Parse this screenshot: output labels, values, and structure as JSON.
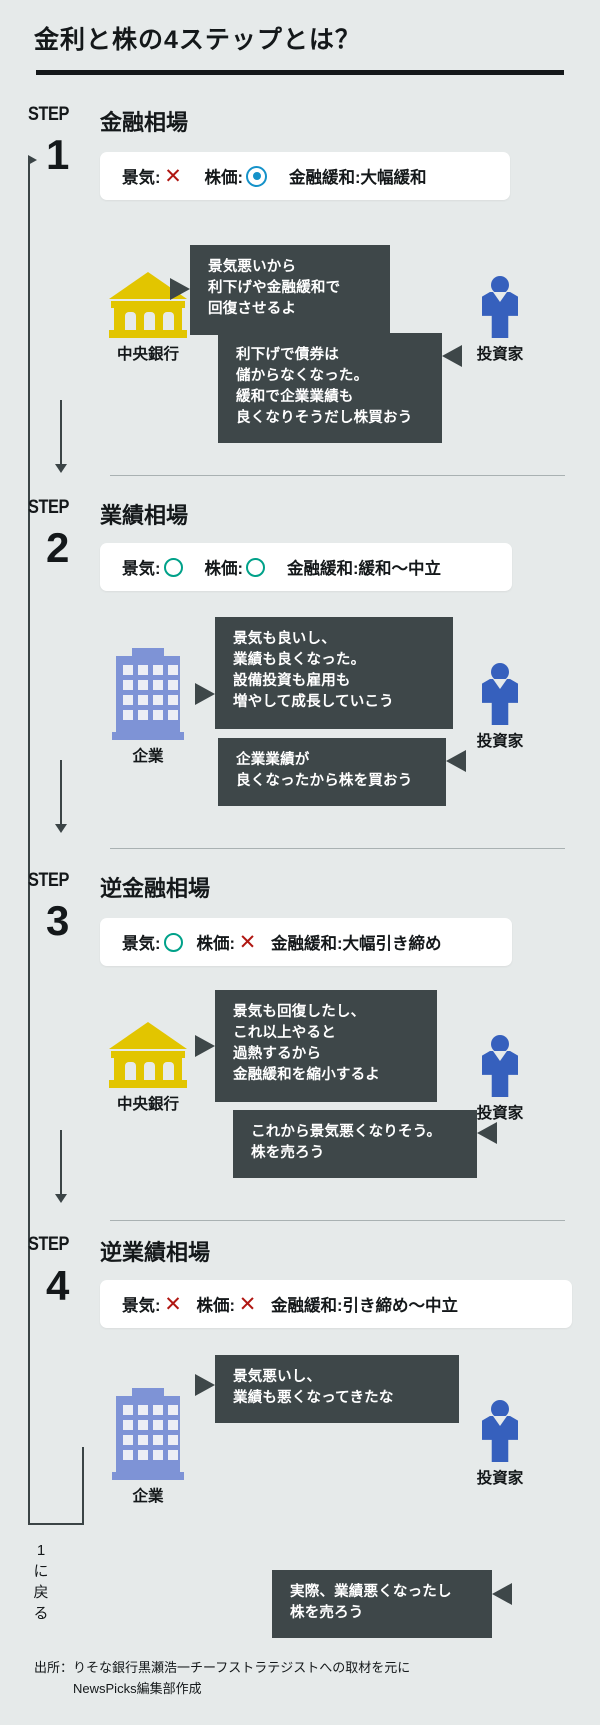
{
  "header": {
    "title": "金利と株の4ステップとは？"
  },
  "loop": {
    "label": "1\nに\n戻\nる"
  },
  "labels": {
    "step_word": "STEP",
    "keiki": "景気:",
    "kabuka": "株価:",
    "kinyu": "金融緩和:"
  },
  "colors": {
    "background": "#e6eaea",
    "bubble": "#3e4749",
    "bank": "#e2c500",
    "company": "#7e93d6",
    "investor": "#3660bd",
    "ok_circle": "#00a189",
    "ng_cross": "#b01712",
    "double_circle": "#1592c9",
    "rule": "#14181a"
  },
  "steps": [
    {
      "number": "1",
      "name": "金融相場",
      "status": {
        "keiki_mark": "x",
        "kabuka_mark": "double-circle",
        "kinyu_value": "大幅緩和"
      },
      "left_actor": {
        "icon": "bank-icon",
        "caption": "中央銀行"
      },
      "right_actor": {
        "icon": "investor-icon",
        "caption": "投資家"
      },
      "bubbles": [
        {
          "from": "left",
          "text": "景気悪いから\n利下げや金融緩和で\n回復させるよ"
        },
        {
          "from": "right",
          "text": "利下げで債券は\n儲からなくなった。\n緩和で企業業績も\n良くなりそうだし株買おう"
        }
      ]
    },
    {
      "number": "2",
      "name": "業績相場",
      "status": {
        "keiki_mark": "circle",
        "kabuka_mark": "circle",
        "kinyu_value": "緩和〜中立"
      },
      "left_actor": {
        "icon": "company-icon",
        "caption": "企業"
      },
      "right_actor": {
        "icon": "investor-icon",
        "caption": "投資家"
      },
      "bubbles": [
        {
          "from": "left",
          "text": "景気も良いし、\n業績も良くなった。\n設備投資も雇用も\n増やして成長していこう"
        },
        {
          "from": "right",
          "text": "企業業績が\n良くなったから株を買おう"
        }
      ]
    },
    {
      "number": "3",
      "name": "逆金融相場",
      "status": {
        "keiki_mark": "circle",
        "kabuka_mark": "x",
        "kinyu_value": "大幅引き締め"
      },
      "left_actor": {
        "icon": "bank-icon",
        "caption": "中央銀行"
      },
      "right_actor": {
        "icon": "investor-icon",
        "caption": "投資家"
      },
      "bubbles": [
        {
          "from": "left",
          "text": "景気も回復したし、\nこれ以上やると\n過熱するから\n金融緩和を縮小するよ"
        },
        {
          "from": "right",
          "text": "これから景気悪くなりそう。\n株を売ろう"
        }
      ]
    },
    {
      "number": "4",
      "name": "逆業績相場",
      "status": {
        "keiki_mark": "x",
        "kabuka_mark": "x",
        "kinyu_value": "引き締め〜中立"
      },
      "left_actor": {
        "icon": "company-icon",
        "caption": "企業"
      },
      "right_actor": {
        "icon": "investor-icon",
        "caption": "投資家"
      },
      "bubbles": [
        {
          "from": "left",
          "text": "景気悪いし、\n業績も悪くなってきたな"
        },
        {
          "from": "right",
          "text": "実際、業績悪くなったし\n株を売ろう"
        }
      ]
    }
  ],
  "footer": {
    "source": "出所：りそな銀行黒瀬浩一チーフストラテジストへの取材を元に\n　　　NewsPicks編集部作成"
  }
}
